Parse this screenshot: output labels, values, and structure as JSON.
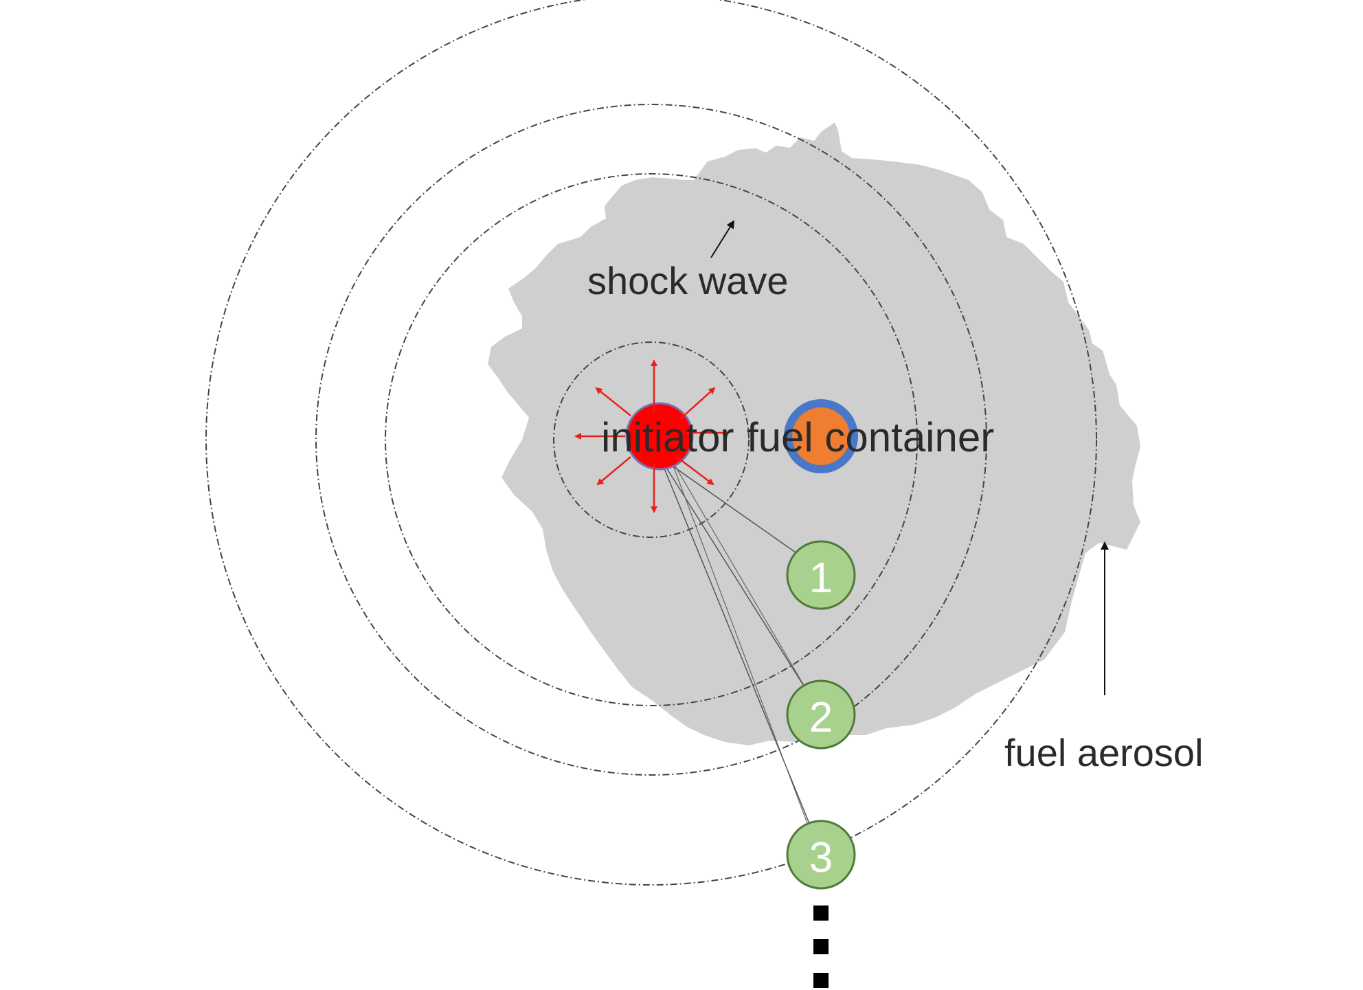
{
  "labels": {
    "shock_wave": "shock wave",
    "initiator": "initiator",
    "fuel_container": "fuel container",
    "fuel_aerosol": "fuel aerosol"
  },
  "gauges": [
    {
      "number": "1"
    },
    {
      "number": "2"
    },
    {
      "number": "3"
    }
  ],
  "colors": {
    "aerosol": "#cfcfcf",
    "initiator": "#ff0000",
    "arrow": "#e8201c",
    "container_inner": "#ef7d32",
    "container_ring": "#4a78c8",
    "gauge_fill": "#a9d18e",
    "gauge_stroke": "#4f7a3a",
    "shock_line": "#444444"
  }
}
